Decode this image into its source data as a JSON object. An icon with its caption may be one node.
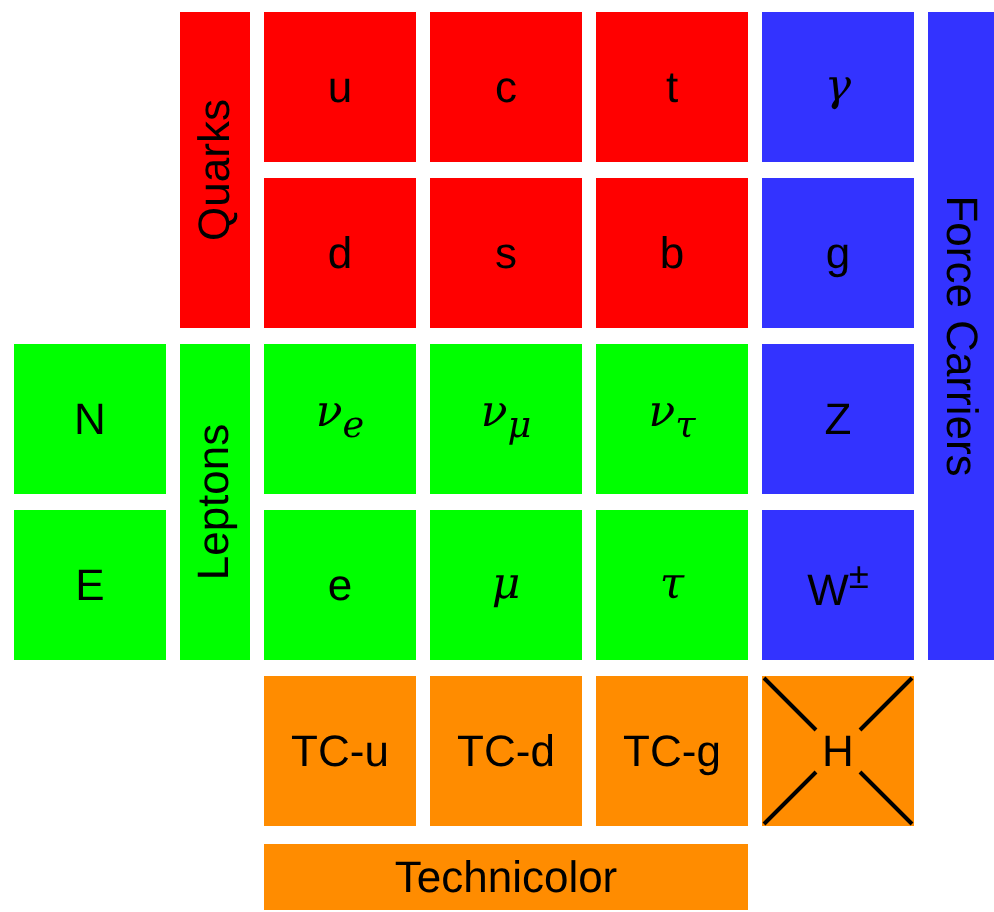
{
  "diagram": {
    "nodes": [
      {
        "text": [
          "Quarks"
        ]
      },
      {
        "text": [
          "u"
        ]
      },
      {
        "text": [
          "c"
        ]
      },
      {
        "text": [
          "t"
        ]
      },
      {
        "text": [
          "γ"
        ]
      },
      {
        "text": [
          "Force Carriers"
        ]
      },
      {
        "text": [
          "d"
        ]
      },
      {
        "text": [
          "s"
        ]
      },
      {
        "text": [
          "b"
        ]
      },
      {
        "text": [
          "g"
        ]
      },
      {
        "text": [
          "N"
        ]
      },
      {
        "text": [
          "Leptons"
        ]
      },
      {
        "text": [
          "ν$_{e}$"
        ]
      },
      {
        "text": [
          "ν$_{μ}$"
        ]
      },
      {
        "text": [
          "ν$_{τ}$"
        ]
      },
      {
        "text": [
          "Z"
        ]
      },
      {
        "text": [
          "E"
        ]
      },
      {
        "text": [
          "e"
        ]
      },
      {
        "text": [
          "μ"
        ]
      },
      {
        "text": [
          "τ"
        ]
      },
      {
        "text": [
          "W$^{±}$"
        ]
      },
      {
        "text": [
          "TC-u"
        ]
      },
      {
        "text": [
          "TC-d"
        ]
      },
      {
        "text": [
          "TC-g"
        ]
      },
      {
        "text": [
          "H"
        ]
      },
      {
        "text": [
          "Technicolor"
        ]
      }
    ]
  }
}
